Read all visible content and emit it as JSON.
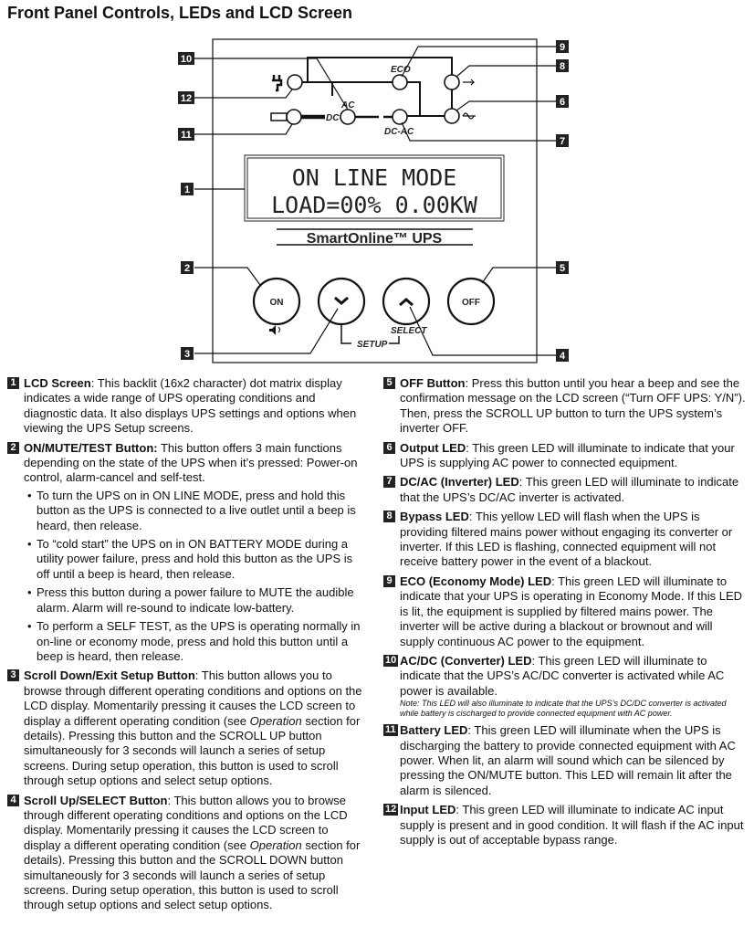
{
  "title": "Front Panel Controls, LEDs and LCD Screen",
  "diagram": {
    "lcd_line1": "ON LINE MODE",
    "lcd_line2": "LOAD=00% 0.00KW",
    "logo": "SmartOnline™ UPS",
    "labels": {
      "eco": "ECO",
      "ac": "AC",
      "dc": "DC",
      "dcac": "DC-AC",
      "setup": "SETUP",
      "select": "SELECT",
      "on": "ON",
      "off": "OFF"
    },
    "callouts": [
      "1",
      "2",
      "3",
      "4",
      "5",
      "6",
      "7",
      "8",
      "9",
      "10",
      "11",
      "12"
    ],
    "icons": [
      "plug-icon",
      "battery-icon",
      "bypass-icon",
      "sine-wave-icon",
      "mute-icon",
      "chevron-down-icon",
      "chevron-up-icon"
    ]
  },
  "left": [
    {
      "n": "1",
      "title": "LCD Screen",
      "text": ": This backlit (16x2 character) dot matrix display indicates a wide range of UPS operating conditions and diagnostic data. It also displays UPS settings and options when viewing the UPS Setup screens."
    },
    {
      "n": "2",
      "title": "ON/MUTE/TEST Button:",
      "text": " This button offers 3 main functions depending on the state of the UPS when it’s pressed: Power-on control, alarm-cancel and self-test.",
      "bullets": [
        "To turn the UPS on in ON LINE MODE, press and hold this button as the UPS is connected to a live outlet until a beep is heard, then release.",
        "To “cold start” the UPS on in ON BATTERY MODE during a utility power failure, press and hold this button as the UPS is off until a beep is heard, then release.",
        "Press this button during a power failure to MUTE the audible alarm.  Alarm will re-sound to indicate low-battery.",
        "To perform a SELF TEST, as the UPS is operating normally in on-line or economy mode, press and hold this button until a beep is heard, then release."
      ]
    },
    {
      "n": "3",
      "title": "Scroll Down/Exit Setup Button",
      "text": ": This button allows you to browse through different operating conditions and options on the LCD display. Momentarily pressing it causes the LCD screen to display a different operating condition (see ",
      "italic": "Operation",
      "text2": " section for details). Pressing this button and the SCROLL UP button simultaneously for 3 seconds will launch a series of setup screens. During setup operation, this button is used to scroll through setup options and select setup options."
    },
    {
      "n": "4",
      "title": "Scroll Up/SELECT Button",
      "text": ": This button allows you to browse through different operating conditions and options on the LCD display. Momentarily pressing it causes the LCD screen to display a different operating condition (see ",
      "italic": "Operation",
      "text2": " section for details). Pressing this button and the SCROLL DOWN button simultaneously for 3 seconds will launch a series of setup screens. During setup operation, this button is used to scroll through setup options and select setup options."
    }
  ],
  "right": [
    {
      "n": "5",
      "title": "OFF Button",
      "text": ": Press this button until you hear a beep and see the confirmation message on the LCD screen (“Turn OFF UPS: Y/N”). Then, press the SCROLL UP button to turn the UPS system’s inverter OFF."
    },
    {
      "n": "6",
      "title": "Output LED",
      "text": ": This green LED will illuminate to indicate that your UPS is supplying AC power to connected equipment."
    },
    {
      "n": "7",
      "title": "DC/AC (Inverter) LED",
      "text": ": This green LED will illuminate to indicate that the UPS’s DC/AC inverter is activated."
    },
    {
      "n": "8",
      "title": "Bypass LED",
      "text": ": This yellow LED will flash when the UPS is providing filtered mains power without engaging its converter or inverter. If this LED is flashing, connected equipment will not receive battery power in the event of a blackout."
    },
    {
      "n": "9",
      "title": "ECO (Economy Mode) LED",
      "text": ": This green LED will illuminate to indicate that your UPS is operating in Economy Mode. If this LED is lit, the equipment is supplied by filtered mains power. The inverter will be active during a blackout or brownout and will supply continuous AC power to the equipment."
    },
    {
      "n": "10",
      "title": "AC/DC (Converter) LED",
      "text": ": This green LED will illuminate to indicate that the UPS’s AC/DC converter is activated while AC power is available.",
      "note": "Note: This LED will also illuminate to indicate that the UPS’s DC/DC converter is activated while battery is cischarged to provide connected equipment with AC power."
    },
    {
      "n": "11",
      "title": "Battery LED",
      "text": ": This green LED will illuminate when the UPS is discharging the battery to provide connected equipment with AC power. When lit, an alarm will sound which can be silenced by pressing the ON/MUTE button. This LED will remain lit after the alarm is silenced."
    },
    {
      "n": "12",
      "title": "Input LED",
      "text": ": This green LED will illuminate to indicate AC input supply is present and in good condition. It will flash if the AC input supply is out of acceptable bypass range."
    }
  ]
}
